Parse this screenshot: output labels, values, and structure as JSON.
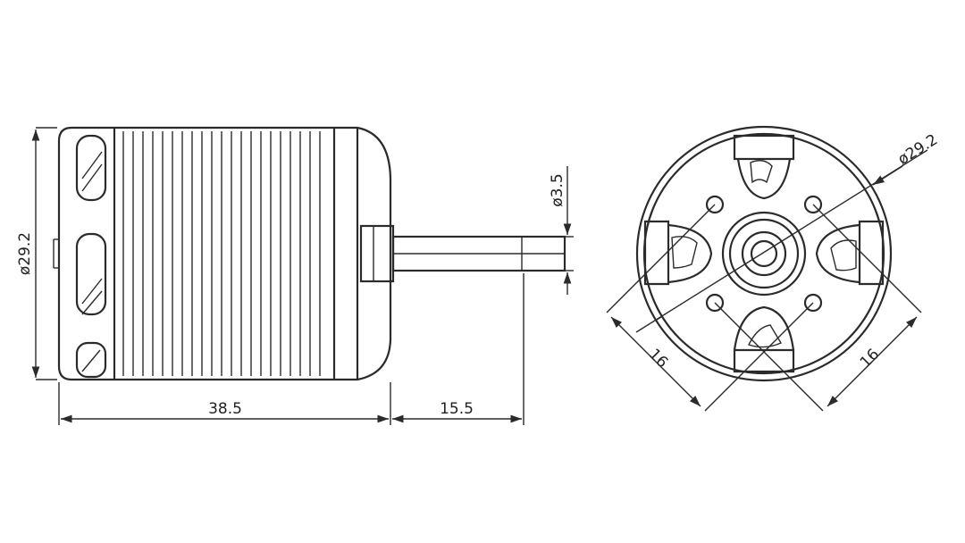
{
  "side_view": {
    "diameter_label": "ø29.2",
    "body_length_label": "38.5",
    "shaft_length_label": "15.5",
    "shaft_diameter_label": "ø3.5"
  },
  "front_view": {
    "outer_diameter_label": "ø29.2",
    "hole_spacing_left_label": "16",
    "hole_spacing_right_label": "16"
  },
  "colors": {
    "line": "#2b2b2b",
    "background": "#ffffff"
  }
}
